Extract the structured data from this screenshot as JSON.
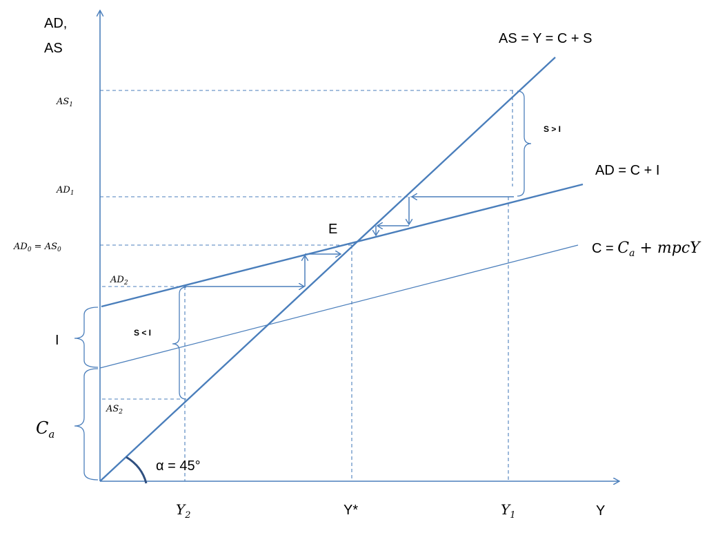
{
  "axes": {
    "y_label_line1": "AD,",
    "y_label_line2": "AS",
    "x_label": "Y"
  },
  "lines": {
    "as_label": "AS = Y = C + S",
    "ad_label": "AD = C + I",
    "c_label_prefix": "C = ",
    "c_label_var": "C",
    "c_label_sub": "a",
    "c_label_rest": " + mpcY"
  },
  "vertical_ticks": {
    "as1": {
      "main": "AS",
      "sub": "1"
    },
    "ad1": {
      "main": "AD",
      "sub": "1"
    },
    "ad0": {
      "main": "AD",
      "sub": "0",
      "eq": " = ",
      "main2": "AS",
      "sub2": "0"
    },
    "ad2": {
      "main": "AD",
      "sub": "2"
    },
    "as2": {
      "main": "AS",
      "sub": "2"
    }
  },
  "horizontal_ticks": {
    "y2": {
      "main": "Y",
      "sub": "2"
    },
    "ystar": "Y*",
    "y1": {
      "main": "Y",
      "sub": "1"
    }
  },
  "annotations": {
    "equilibrium": "E",
    "s_gt_i": "S > I",
    "s_lt_i": "S < I",
    "investment": "I",
    "ca_main": "C",
    "ca_sub": "a",
    "angle": "α = 45°"
  }
}
